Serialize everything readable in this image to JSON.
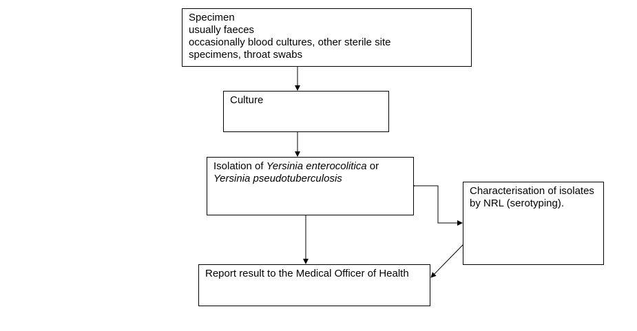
{
  "boxes": {
    "specimen": {
      "lines": [
        "Specimen",
        "usually faeces",
        "occasionally blood cultures, other sterile site",
        "specimens, throat swabs"
      ]
    },
    "culture": {
      "text": "Culture"
    },
    "isolation": {
      "prefix": "Isolation of ",
      "organism1": "Yersinia enterocolitica",
      "conjunction": " or ",
      "organism2": "Yersinia pseudotuberculosis"
    },
    "characterisation": {
      "text": "Characterisation of isolates by NRL (serotyping)."
    },
    "report": {
      "text": "Report result to the Medical Officer of Health"
    }
  },
  "colors": {
    "stroke": "#000000",
    "background": "#ffffff"
  }
}
